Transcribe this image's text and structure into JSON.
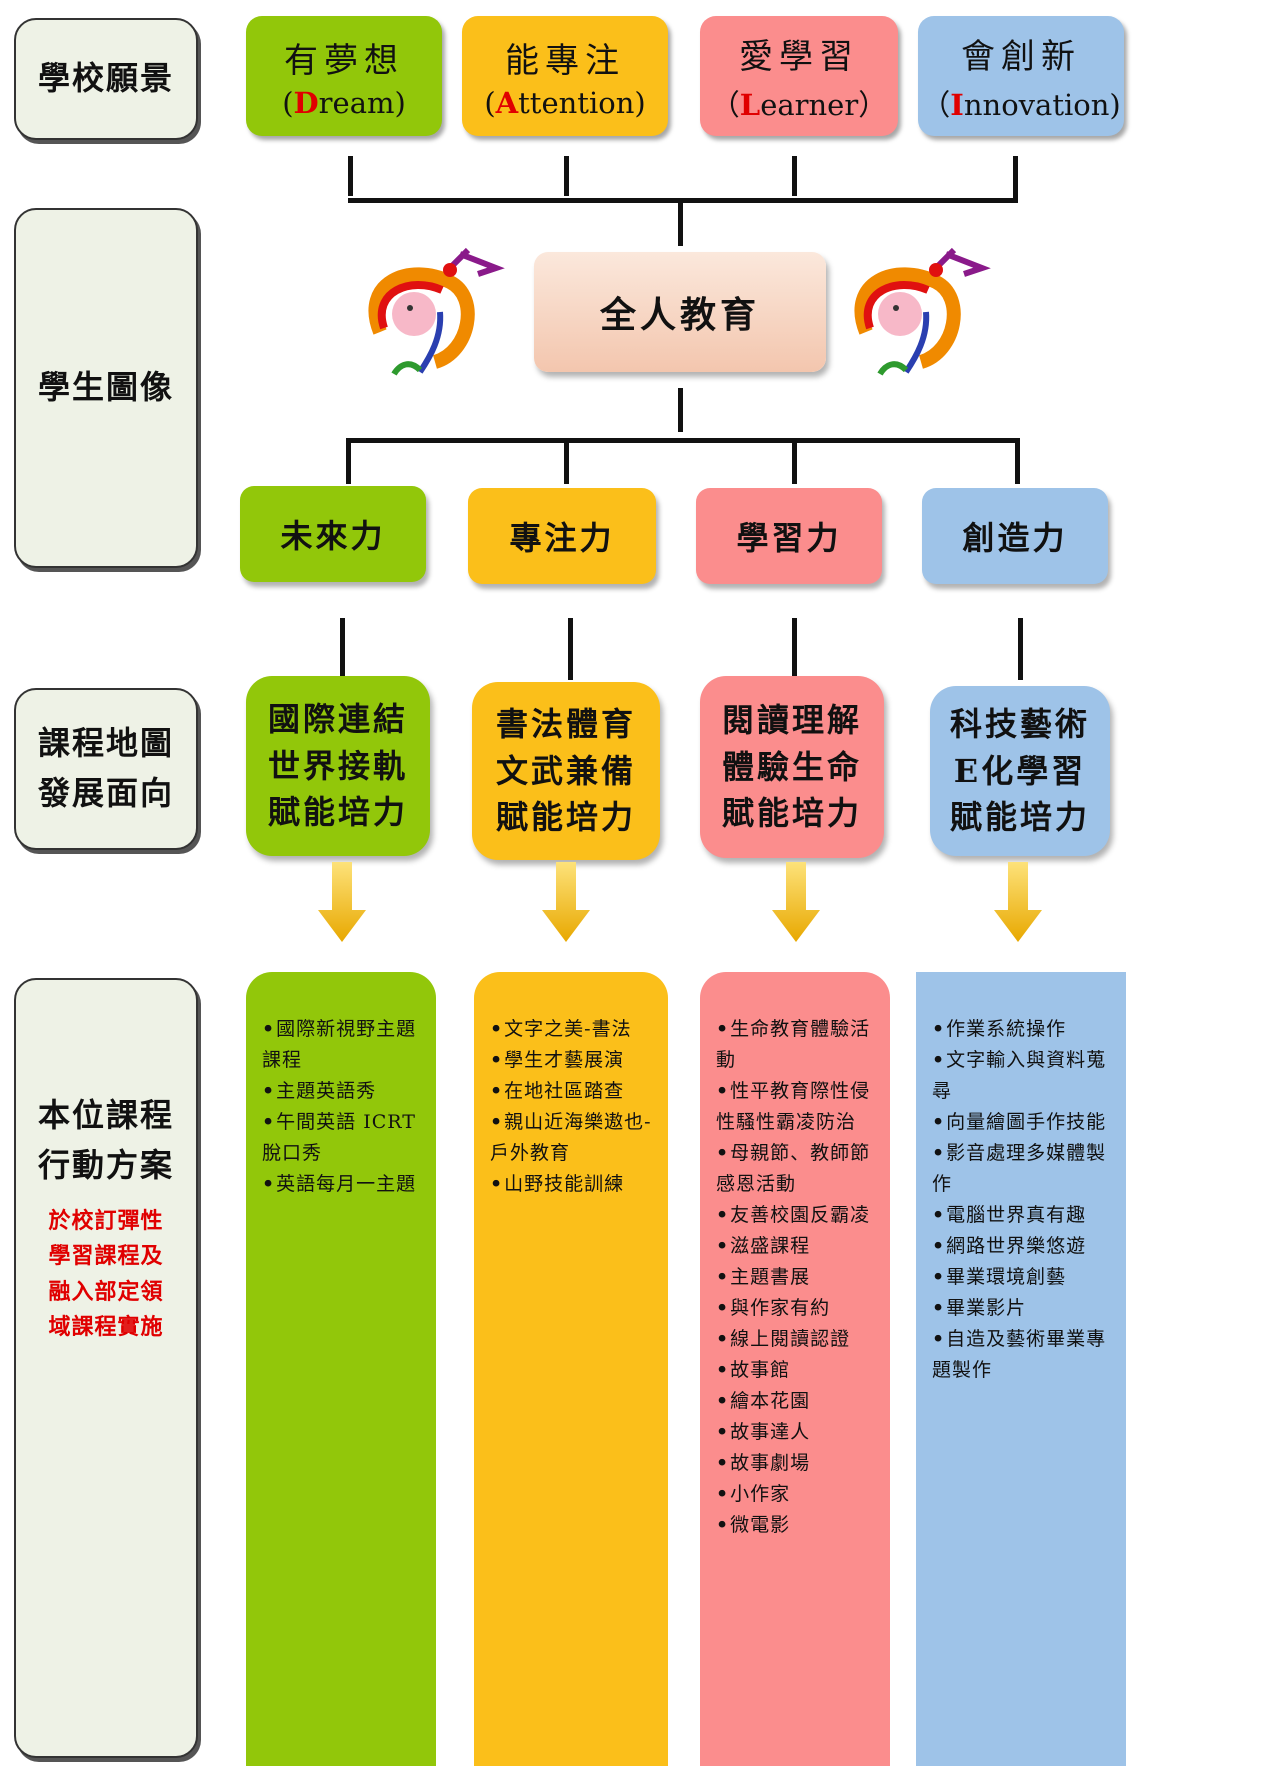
{
  "rows": {
    "vision": "學校願景",
    "student": "學生圖像",
    "map_line1": "課程地圖",
    "map_line2": "發展面向",
    "course_line1": "本位課程",
    "course_line2": "行動方案",
    "course_note1": "於校訂彈性",
    "course_note2": "學習課程及",
    "course_note3": "融入部定領",
    "course_note4": "域課程實施"
  },
  "visions": [
    {
      "cn": "有夢想",
      "open": "(",
      "cap": "D",
      "rest": "ream)"
    },
    {
      "cn": "能專注",
      "open": "(",
      "cap": "A",
      "rest": "ttention)"
    },
    {
      "cn": "愛學習",
      "open": "（",
      "cap": "L",
      "rest": "earner）"
    },
    {
      "cn": "會創新",
      "open": "（",
      "cap": "I",
      "rest": "nnovation)"
    }
  ],
  "center": "全人教育",
  "powers": [
    "未來力",
    "專注力",
    "學習力",
    "創造力"
  ],
  "development": [
    [
      "國際連結",
      "世界接軌",
      "賦能培力"
    ],
    [
      "書法體育",
      "文武兼備",
      "賦能培力"
    ],
    [
      "閱讀理解",
      "體驗生命",
      "賦能培力"
    ],
    [
      "科技藝術",
      "E化學習",
      "賦能培力"
    ]
  ],
  "actions": [
    [
      "國際新視野主題課程",
      "主題英語秀",
      "午間英語 ICRT 脫口秀",
      "英語每月一主題"
    ],
    [
      "文字之美-書法",
      "學生才藝展演",
      "在地社區踏查",
      "親山近海樂遨也-戶外教育",
      "山野技能訓練"
    ],
    [
      "生命教育體驗活動",
      "性平教育際性侵性騷性霸凌防治",
      "母親節、教師節感恩活動",
      "友善校園反霸凌",
      "滋盛課程",
      "主題書展",
      "與作家有約",
      "線上閱讀認證",
      "故事館",
      "繪本花園",
      "故事達人",
      "故事劇場",
      "小作家",
      "微電影"
    ],
    [
      "作業系統操作",
      "文字輸入與資料蒐尋",
      "向量繪圖手作技能",
      "影音處理多媒體製作",
      "電腦世界真有趣",
      "網路世界樂悠遊",
      "畢業環境創藝",
      "畢業影片",
      "自造及藝術畢業專題製作"
    ]
  ],
  "colors": {
    "green": "#92c70a",
    "yellow": "#fbbf1a",
    "pink": "#fb8d8d",
    "blue": "#9ec3e8",
    "accent_red": "#e00000"
  },
  "icons": {
    "mascot": "school-mascot-icon",
    "arrow": "down-arrow-icon"
  }
}
